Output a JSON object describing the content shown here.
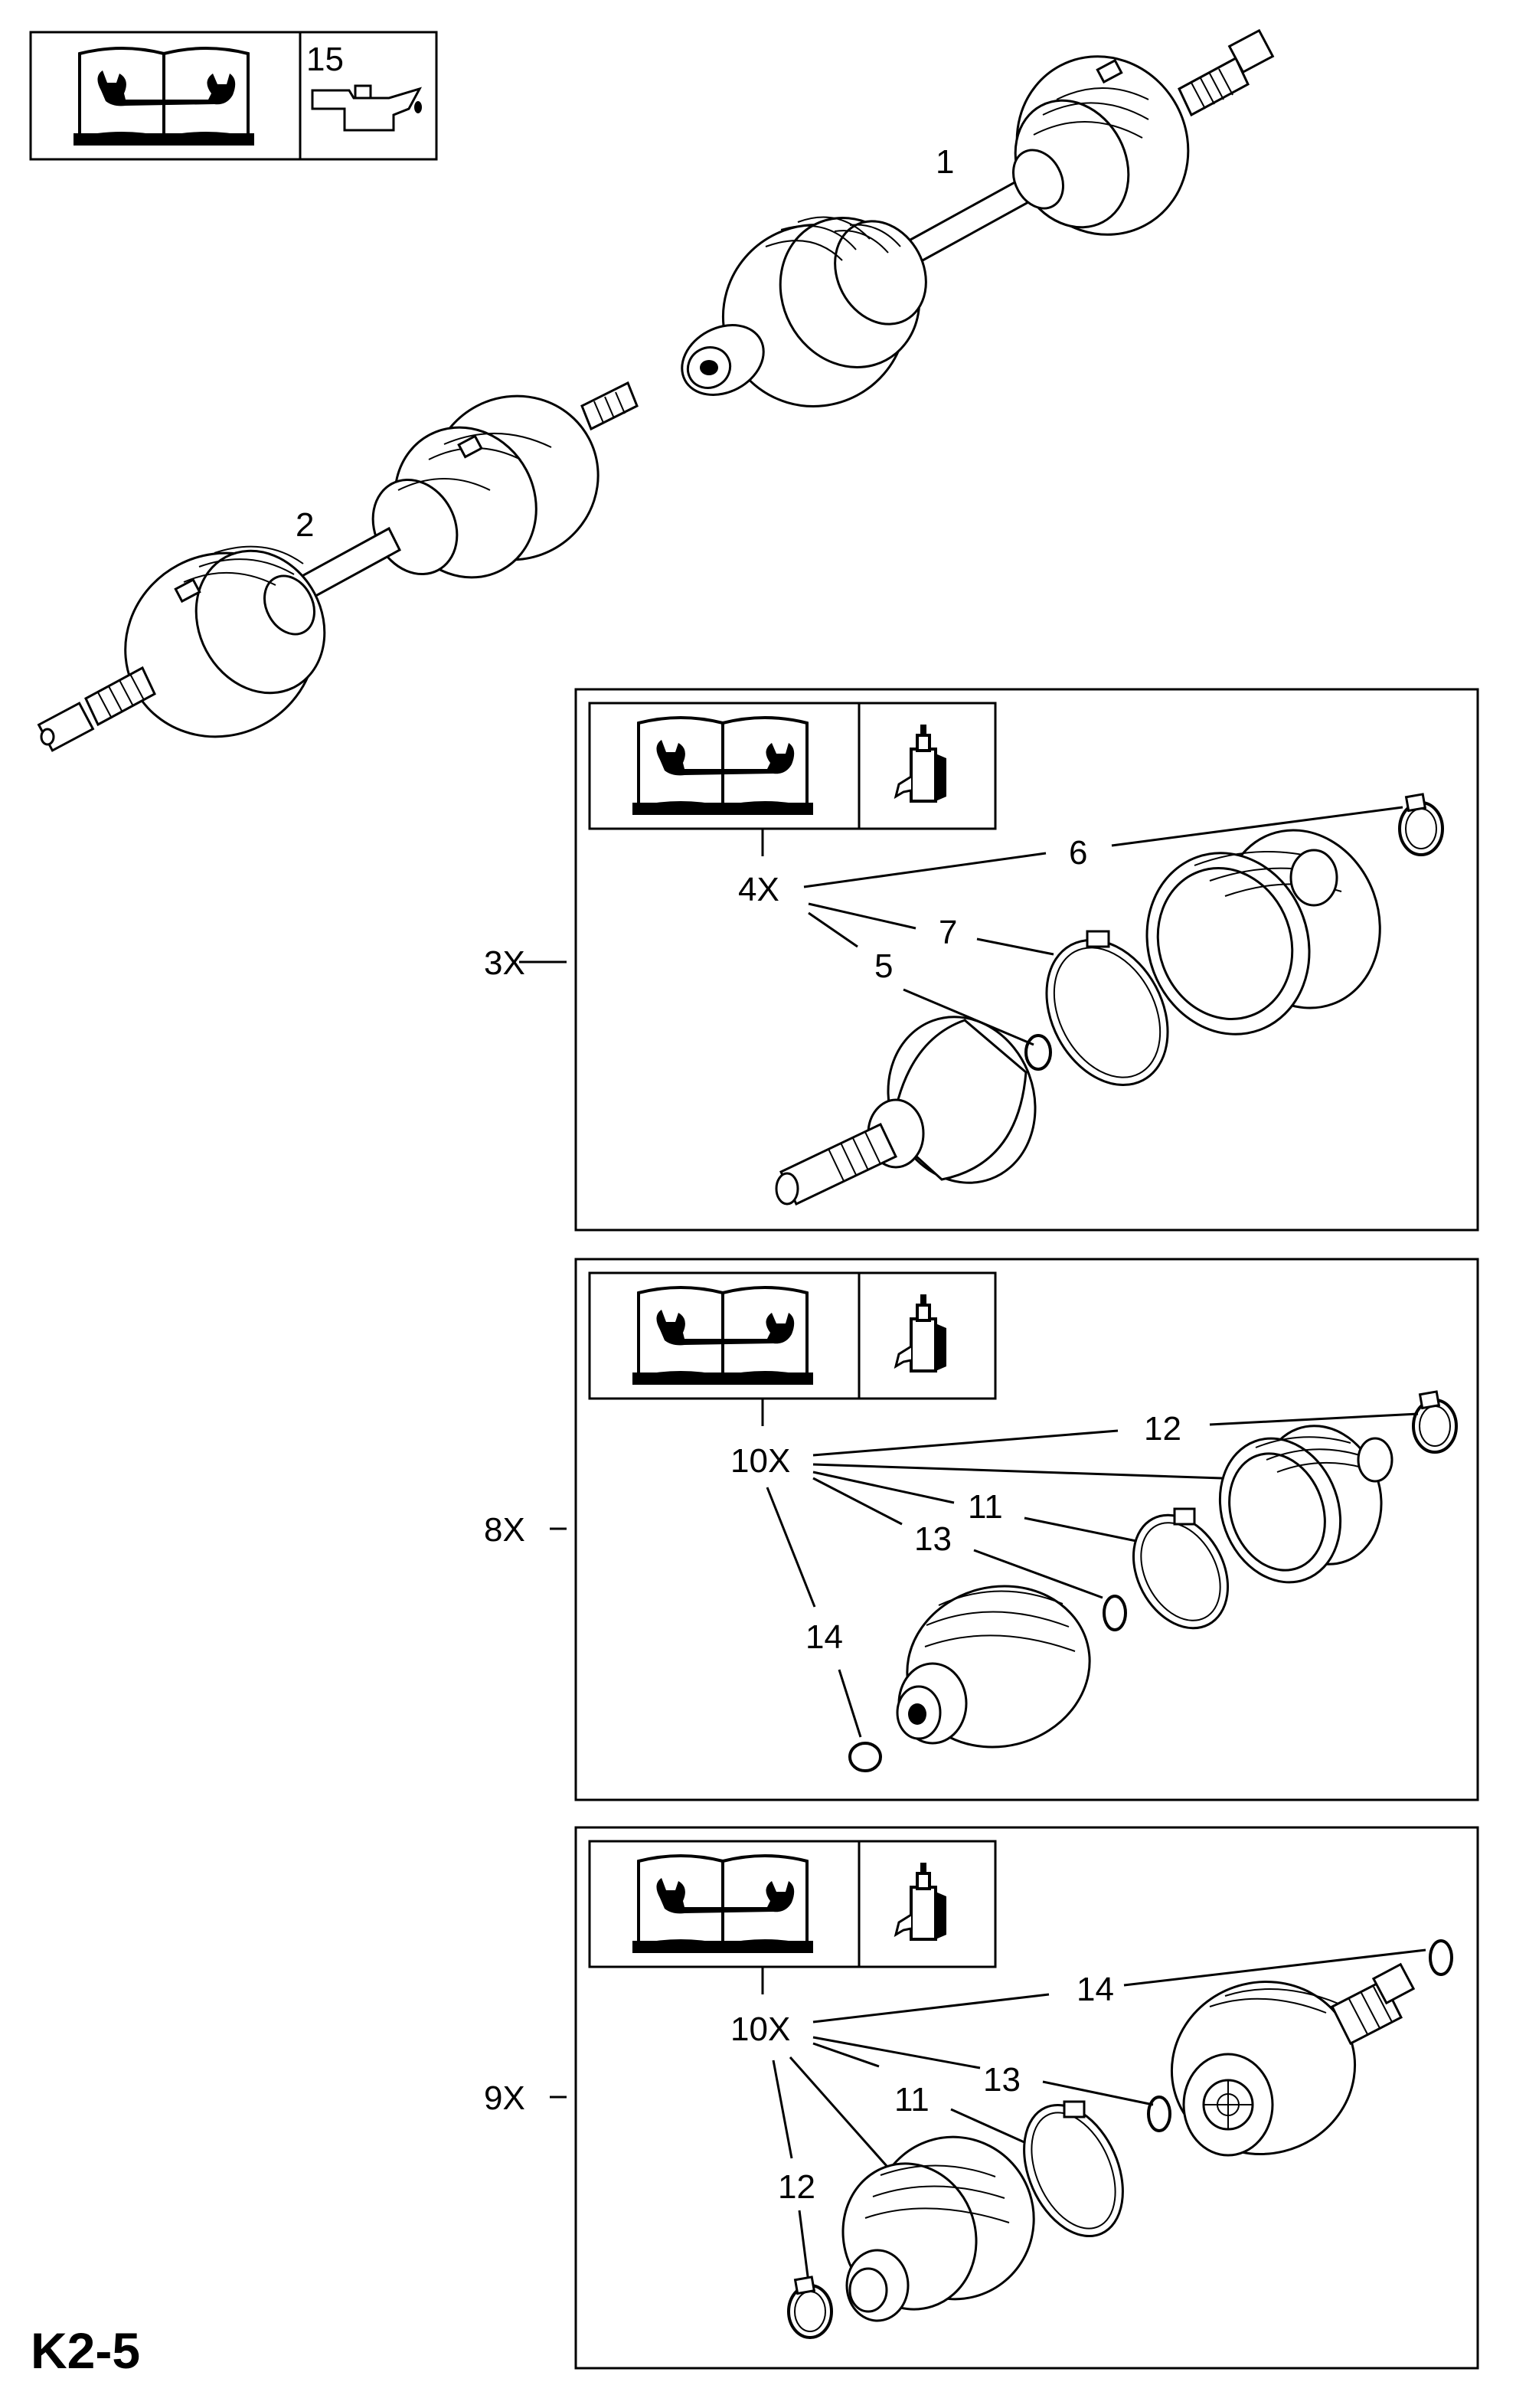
{
  "page_code": "K2-5",
  "header_box": {
    "quantity_text": "15"
  },
  "callouts": {
    "shaft_right": "1",
    "shaft_left": "2"
  },
  "panels": [
    {
      "id": "panel-3x",
      "kit": "3X",
      "set": "4X",
      "labels": [
        "6",
        "7",
        "5"
      ]
    },
    {
      "id": "panel-8x",
      "kit": "8X",
      "set": "10X",
      "labels": [
        "12",
        "11",
        "13",
        "14"
      ]
    },
    {
      "id": "panel-9x",
      "kit": "9X",
      "set": "10X",
      "labels": [
        "14",
        "13",
        "11",
        "12"
      ]
    }
  ],
  "icons": [
    "repair-manual-icon",
    "oil-can-icon",
    "grease-tube-icon"
  ]
}
